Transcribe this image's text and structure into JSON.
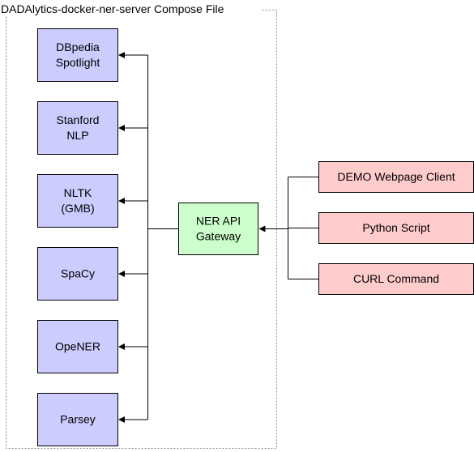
{
  "frame": {
    "title": "DADAlytics-docker-ner-server Compose File"
  },
  "services": [
    {
      "id": "dbpedia",
      "lines": [
        "DBpedia",
        "Spotlight"
      ]
    },
    {
      "id": "stanford",
      "lines": [
        "Stanford",
        "NLP"
      ]
    },
    {
      "id": "nltk",
      "lines": [
        "NLTK",
        "(GMB)"
      ]
    },
    {
      "id": "spacy",
      "lines": [
        "SpaCy"
      ]
    },
    {
      "id": "opener",
      "lines": [
        "OpeNER"
      ]
    },
    {
      "id": "parsey",
      "lines": [
        "Parsey"
      ]
    }
  ],
  "gateway": {
    "lines": [
      "NER API",
      "Gateway"
    ]
  },
  "clients": [
    {
      "id": "demo-webpage",
      "lines": [
        "DEMO Webpage Client"
      ]
    },
    {
      "id": "python-script",
      "lines": [
        "Python Script"
      ]
    },
    {
      "id": "curl-command",
      "lines": [
        "CURL Command"
      ]
    }
  ],
  "colors": {
    "service_fill": "#ccccff",
    "gateway_fill": "#ccffcc",
    "client_fill": "#ffcccc",
    "stroke": "#000000",
    "frame_stroke": "#888888"
  }
}
